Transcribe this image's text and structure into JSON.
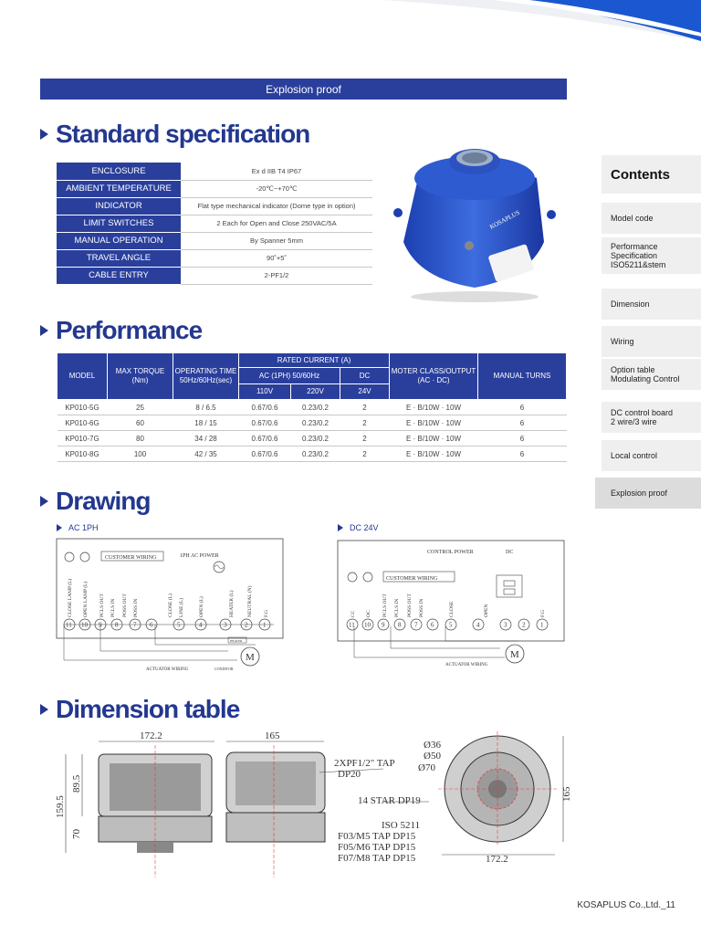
{
  "header": {
    "banner": "Explosion proof"
  },
  "sections": {
    "standard": "Standard specification",
    "performance": "Performance",
    "drawing": "Drawing",
    "dimension": "Dimension table"
  },
  "spec": [
    {
      "label": "ENCLOSURE",
      "value": "Ex d IIB T4 IP67"
    },
    {
      "label": "AMBIENT TEMPERATURE",
      "value": "-20℃~+70℃"
    },
    {
      "label": "INDICATOR",
      "value": "Flat type mechanical indicator (Dome type in option)"
    },
    {
      "label": "LIMIT SWITCHES",
      "value": "2 Each for Open and Close 250VAC/5A"
    },
    {
      "label": "MANUAL OPERATION",
      "value": "By Spanner 5mm"
    },
    {
      "label": "TRAVEL ANGLE",
      "value": "90˚+5˚"
    },
    {
      "label": "CABLE ENTRY",
      "value": "2-PF1/2"
    }
  ],
  "product": {
    "brand": "KOSAPLUS"
  },
  "performance": {
    "headers": {
      "model": "MODEL",
      "torque": "MAX TORQUE (Nm)",
      "time": "OPERATING TIME 50Hz/60Hz(sec)",
      "rated": "RATED CURRENT (A)",
      "ac": "AC (1PH) 50/60Hz",
      "dc": "DC",
      "v110": "110V",
      "v220": "220V",
      "v24": "24V",
      "motor": "MOTER CLASS/OUTPUT (AC · DC)",
      "manual": "MANUAL TURNS"
    },
    "rows": [
      {
        "model": "KP010-5G",
        "torque": "25",
        "time": "8 / 6.5",
        "v110": "0.67/0.6",
        "v220": "0.23/0.2",
        "v24": "2",
        "motor": "E · B/10W · 10W",
        "turns": "6"
      },
      {
        "model": "KP010-6G",
        "torque": "60",
        "time": "18 / 15",
        "v110": "0.67/0.6",
        "v220": "0.23/0.2",
        "v24": "2",
        "motor": "E · B/10W · 10W",
        "turns": "6"
      },
      {
        "model": "KP010-7G",
        "torque": "80",
        "time": "34 / 28",
        "v110": "0.67/0.6",
        "v220": "0.23/0.2",
        "v24": "2",
        "motor": "E · B/10W · 10W",
        "turns": "6"
      },
      {
        "model": "KP010-8G",
        "torque": "100",
        "time": "42 / 35",
        "v110": "0.67/0.6",
        "v220": "0.23/0.2",
        "v24": "2",
        "motor": "E · B/10W · 10W",
        "turns": "6"
      }
    ]
  },
  "drawing": {
    "ac": {
      "title": "AC 1PH",
      "customer": "CUSTOMER WIRING",
      "power": "1PH AC POWER",
      "labels": [
        "CLOSE LAMP (L)",
        "OPEN LAMP (L)",
        "PCLS OUT",
        "PCLS IN",
        "POSS OUT",
        "POSS IN",
        "CLOSE (L)",
        "LINE (L)",
        "OPEN (L)",
        "HEATER (L)",
        "NEUTRAL (N)",
        "F.G"
      ],
      "terminals": [
        "11",
        "10",
        "9",
        "8",
        "7",
        "6",
        "5",
        "4",
        "3",
        "2",
        "1"
      ],
      "actuator": "ACTUATOR WIRING",
      "motor": "M",
      "heater": "HEATER",
      "capacitor": "CONDITOR"
    },
    "dc": {
      "title": "DC 24V",
      "customer": "CUSTOMER WIRING",
      "power": "CONTROL POWER",
      "dc": "DC",
      "labels": [
        "CC",
        "OC",
        "PCLS OUT",
        "PCLS IN",
        "POSS OUT",
        "POSS IN",
        "CLOSE",
        "OPEN",
        "F.G"
      ],
      "terminals": [
        "11",
        "10",
        "9",
        "8",
        "7",
        "6",
        "5",
        "4",
        "3",
        "2",
        "1"
      ],
      "actuator": "ACTUATOR WIRING",
      "motor": "M"
    }
  },
  "dimensions": {
    "width1": "172.2",
    "width2": "165",
    "h_total": "159.5",
    "h_upper": "89.5",
    "h_lower": "70",
    "tap1": "2XPF1/2\" TAP",
    "tap1b": "DP20",
    "star": "14 STAR DP19",
    "iso": "ISO 5211",
    "f03": "F03/M5 TAP DP15",
    "f05": "F05/M6 TAP DP15",
    "f07": "F07/M8 TAP DP15",
    "d36": "Ø36",
    "d50": "Ø50",
    "d70": "Ø70",
    "top_w": "172.2",
    "top_h": "165"
  },
  "sidebar": {
    "title": "Contents",
    "items": [
      {
        "lines": [
          "Model code"
        ]
      },
      {
        "lines": [
          "Performance",
          "Specification",
          "ISO5211&stem"
        ]
      },
      {
        "lines": [
          "Dimension"
        ]
      },
      {
        "lines": [
          "Wiring"
        ]
      },
      {
        "lines": [
          "Option table",
          "Modulating Control"
        ]
      },
      {
        "lines": [
          "DC control board",
          "2 wire/3 wire"
        ]
      },
      {
        "lines": [
          "Local control"
        ]
      },
      {
        "lines": [
          "Explosion proof"
        ]
      }
    ]
  },
  "footer": {
    "text": "KOSAPLUS Co.,Ltd._11"
  },
  "colors": {
    "brand": "#2a3f9c",
    "accent": "#1d5fd6"
  }
}
